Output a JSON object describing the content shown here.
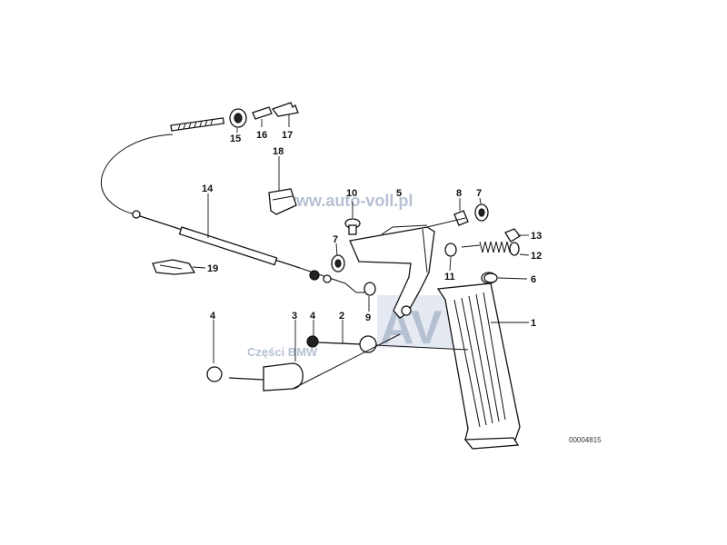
{
  "diagram": {
    "part_labels": {
      "p1": "1",
      "p2": "2",
      "p3": "3",
      "p4a": "4",
      "p4b": "4",
      "p5": "5",
      "p6": "6",
      "p7a": "7",
      "p7b": "7",
      "p8": "8",
      "p9": "9",
      "p10": "10",
      "p11": "11",
      "p12": "12",
      "p13": "13",
      "p14": "14",
      "p15": "15",
      "p16": "16",
      "p17": "17",
      "p18": "18",
      "p19": "19"
    },
    "watermark_url": "www.auto-voll.pl",
    "watermark_logo": "AV",
    "watermark_caption": "Części BMW",
    "image_code": "00004815",
    "colors": {
      "ink": "#111111",
      "watermark": "#aab6cc",
      "background": "#ffffff"
    }
  }
}
